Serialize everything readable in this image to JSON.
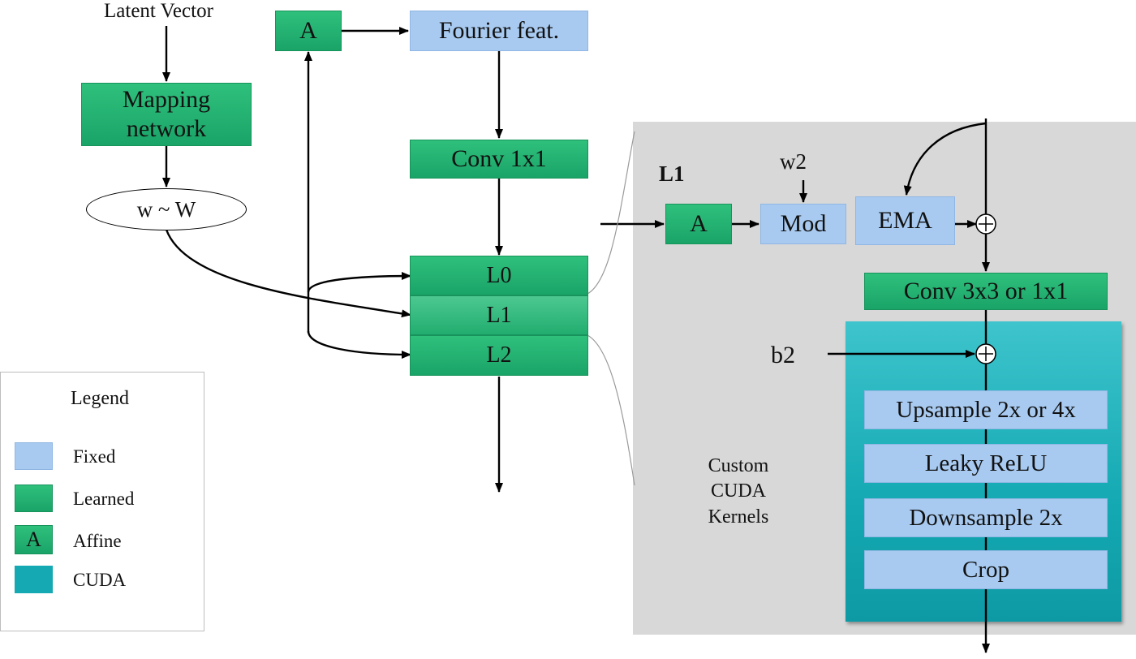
{
  "diagram": {
    "latent_vector": "Latent Vector",
    "mapping_network": "Mapping network",
    "w_dist": "w ~ W",
    "affine_top": "A",
    "fourier": "Fourier feat.",
    "conv1x1": "Conv 1x1",
    "layer_l0": "L0",
    "layer_l1": "L1",
    "layer_l2": "L2",
    "detail_title": "L1",
    "detail_affine": "A",
    "w2": "w2",
    "mod": "Mod",
    "ema": "EMA",
    "conv3x3": "Conv 3x3 or 1x1",
    "b2": "b2",
    "upsample": "Upsample 2x or 4x",
    "leaky_relu": "Leaky ReLU",
    "downsample": "Downsample 2x",
    "crop": "Crop",
    "custom_cuda": "Custom CUDA Kernels",
    "plus_symbol": "+"
  },
  "legend": {
    "title": "Legend",
    "fixed": "Fixed",
    "learned": "Learned",
    "affine_letter": "A",
    "affine": "Affine",
    "cuda": "CUDA"
  },
  "colors": {
    "learned": "#1fae6d",
    "fixed": "#a8caf0",
    "cuda": "#14a9b3",
    "panel_gray": "#d8d8d8"
  }
}
